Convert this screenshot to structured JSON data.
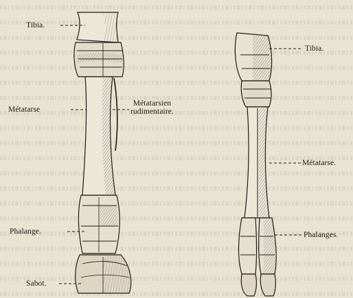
{
  "labels": {
    "tibia_left": "Tibia.",
    "metatarse_left": "Métatarse",
    "metatarsien_line1": "Métatarsien",
    "metatarsien_line2": "rudimentaire.",
    "phalange_left": "Phalange.",
    "sabot": "Sabot.",
    "tibia_right": "Tibia.",
    "metatarse_right": "Métatarse.",
    "phalanges_right": "Phalanges."
  },
  "colors": {
    "paper": "#e9e3d2",
    "ink": "#1d1a16",
    "bone_light": "#ece7d7",
    "bone_shade": "#9a9284"
  }
}
